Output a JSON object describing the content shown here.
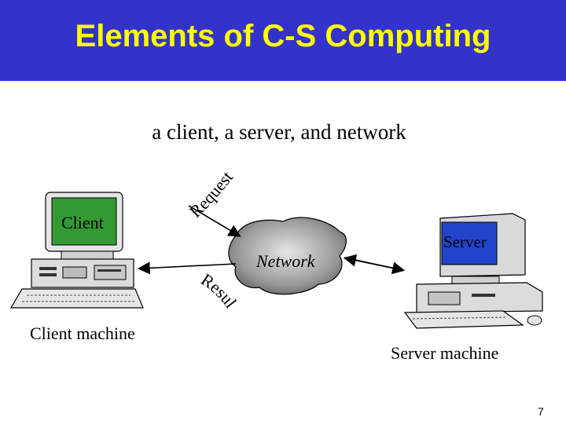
{
  "slide": {
    "title": "Elements of C-S Computing",
    "subtitle": "a client, a server, and network",
    "page_number": "7"
  },
  "diagram": {
    "client_screen_text": "Client",
    "server_screen_text": "Server",
    "network_label": "Network",
    "request_label": "Request",
    "result_label": "Result",
    "client_machine_label": "Client machine",
    "server_machine_label": "Server machine"
  },
  "colors": {
    "title_bar": "#3333cc",
    "title_text": "#ffff00",
    "client_screen": "#339933",
    "server_screen": "#2244cc",
    "cloud": "#888888"
  }
}
